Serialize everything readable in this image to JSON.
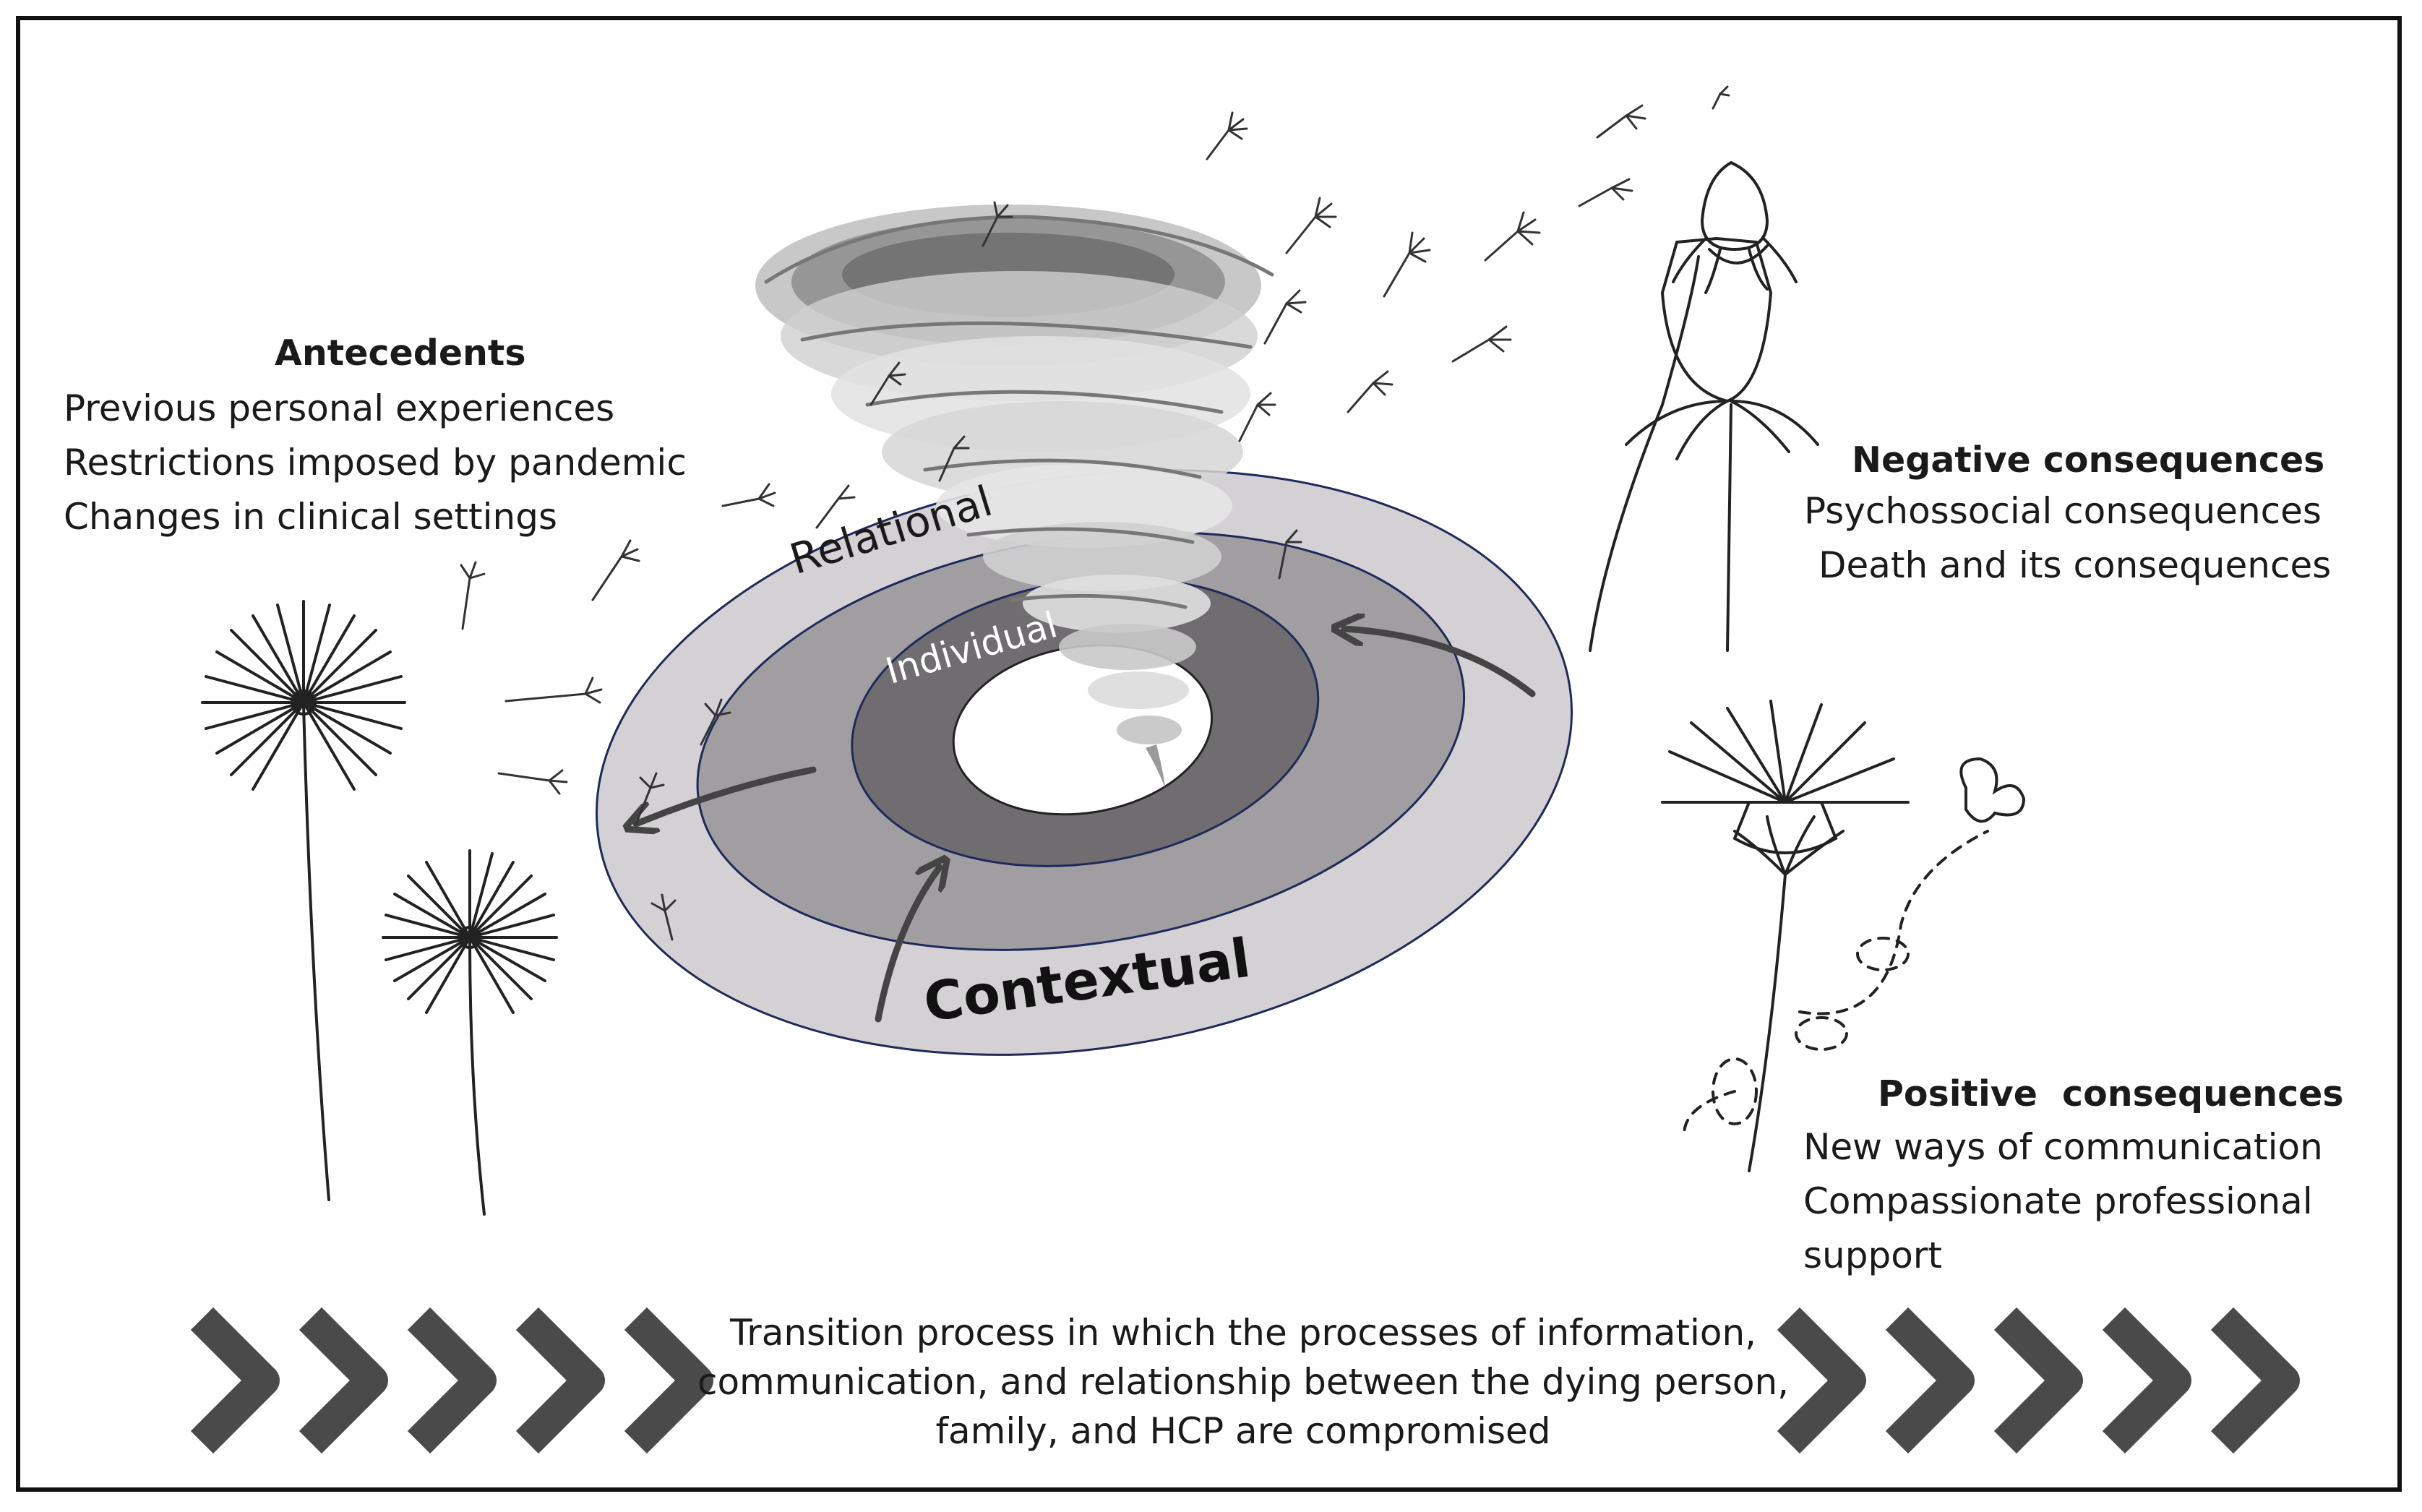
{
  "antecedents": {
    "title": "Antecedents",
    "items": [
      "Previous personal experiences",
      "Restrictions imposed by pandemic",
      "Changes in clinical settings"
    ]
  },
  "negative": {
    "title": "Negative consequences",
    "items": [
      "Psychossocial consequences",
      "Death and its consequences"
    ]
  },
  "positive": {
    "title": "Positive  consequences",
    "items": [
      "New ways of communication",
      "Compassionate professional",
      "support"
    ]
  },
  "rings": {
    "outer": "Contextual",
    "middle": "Relational",
    "inner": "Individual"
  },
  "transition": {
    "text": "Transition process in which the processes of information, communication, and relationship between the dying person, family, and HCP are compromised"
  },
  "colors": {
    "outer_ring": "#d3d1d3",
    "middle_ring": "#9f9d9f",
    "inner_ring": "#6e6c6e",
    "chevron": "#4a4a4a",
    "outline": "#111111"
  }
}
